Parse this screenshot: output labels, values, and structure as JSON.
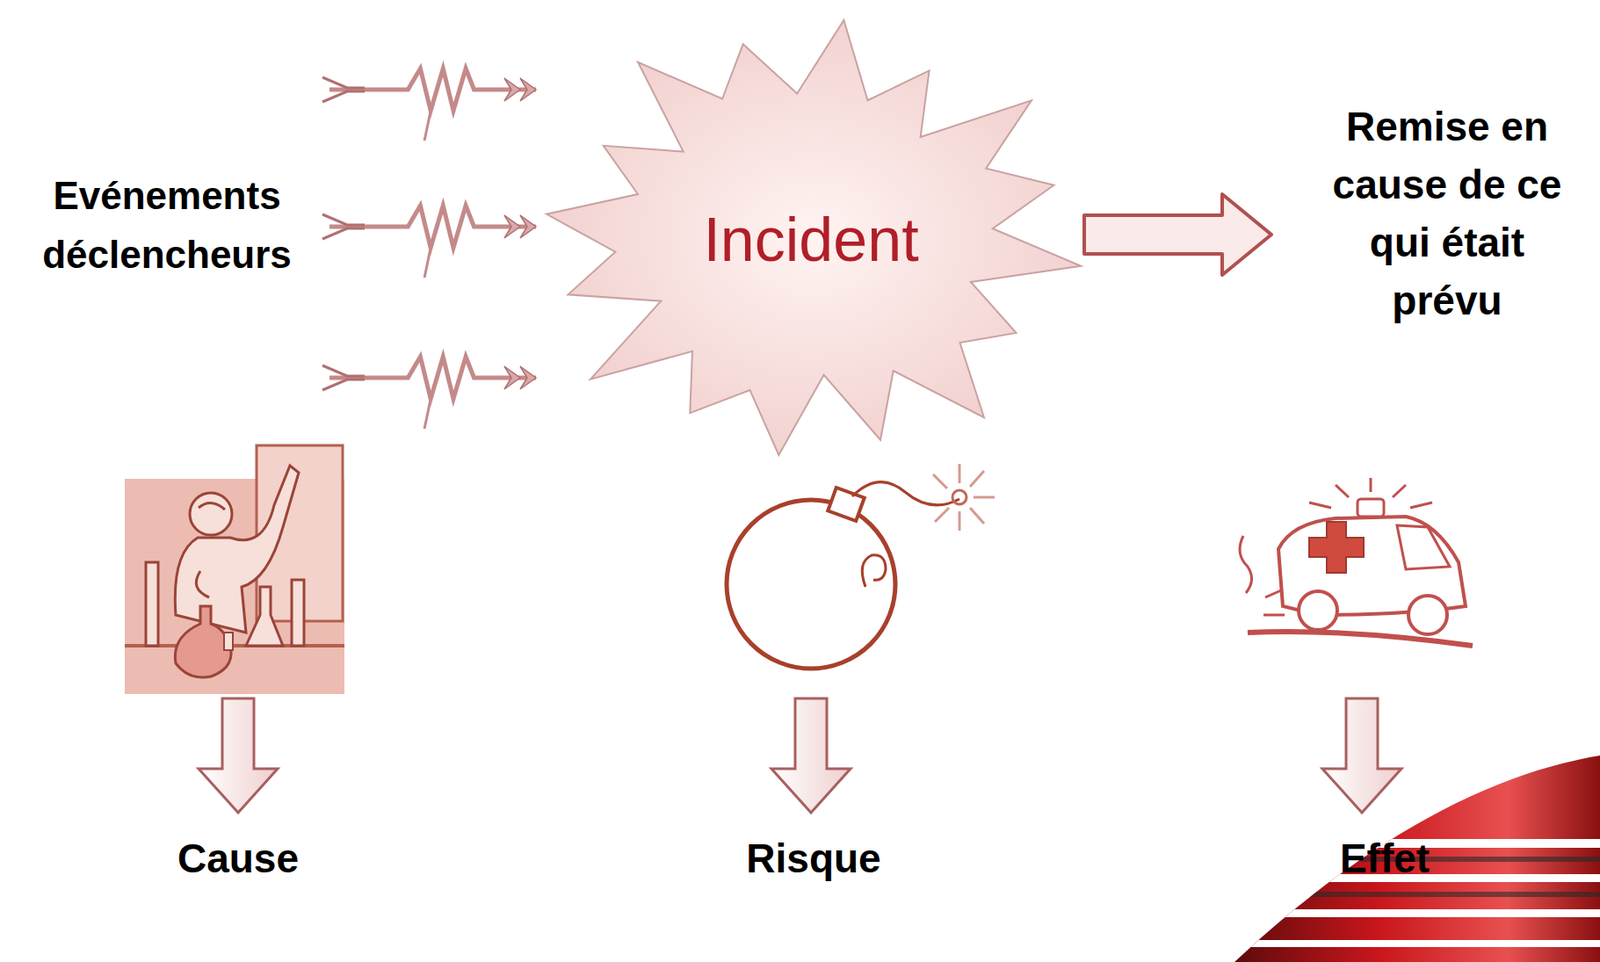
{
  "diagram": {
    "nodes": [
      {
        "text": [
          "Evénements déclencheurs"
        ]
      },
      {
        "text": [
          "Incident"
        ]
      },
      {
        "text": [
          "Remise en cause de ce qui était prévu"
        ]
      }
    ],
    "edges": [
      {
        "from": 0,
        "to": 1,
        "arrow": "to"
      },
      {
        "from": 0,
        "to": 1,
        "arrow": "to"
      },
      {
        "from": 0,
        "to": 1,
        "arrow": "to"
      },
      {
        "from": 1,
        "to": 2,
        "arrow": "to"
      }
    ],
    "labels": [
      "Cause",
      "Risque",
      "Effet"
    ]
  }
}
